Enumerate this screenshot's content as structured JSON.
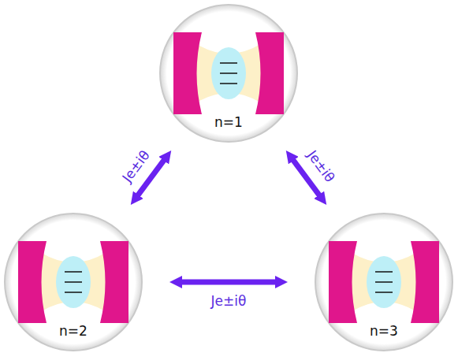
{
  "diagram": {
    "nodes": [
      {
        "text": [
          "n=1"
        ]
      },
      {
        "text": [
          "n=2"
        ]
      },
      {
        "text": [
          "n=3"
        ]
      }
    ],
    "edges": [
      {
        "from": 0,
        "to": 1,
        "arrow": "both",
        "label": "Je±iθ"
      },
      {
        "from": 0,
        "to": 2,
        "arrow": "both",
        "label": "Je±iθ"
      },
      {
        "from": 1,
        "to": 2,
        "arrow": "both",
        "label": "Je±iθ"
      }
    ]
  }
}
